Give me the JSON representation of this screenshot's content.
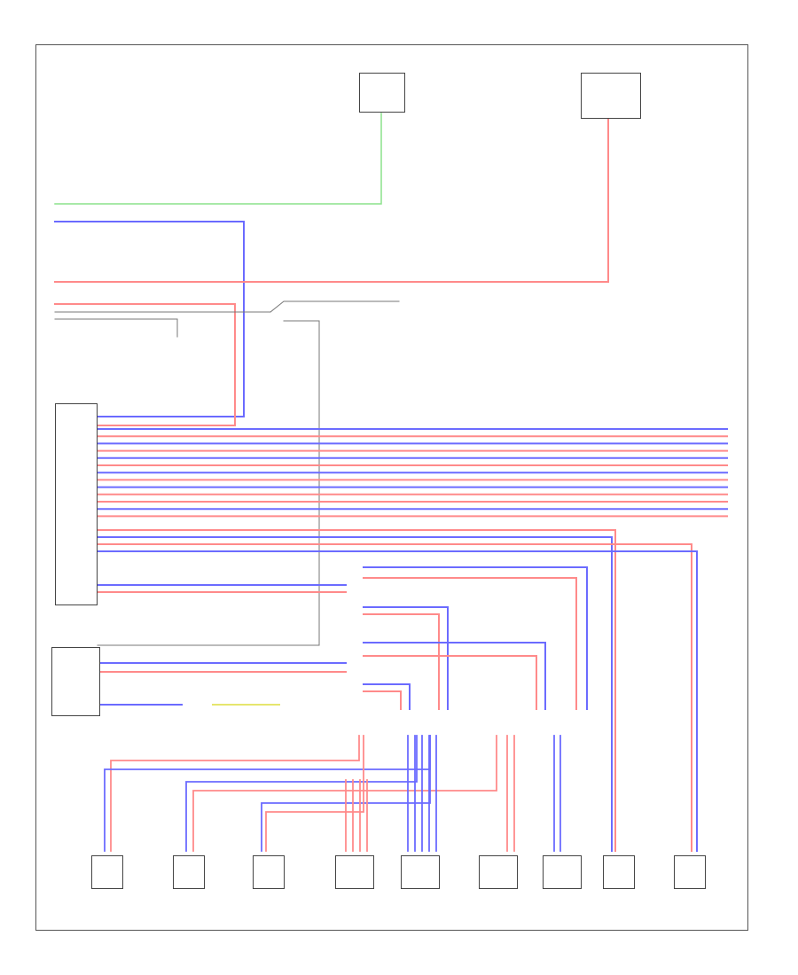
{
  "colors": {
    "wire_red": "#ff8a8a",
    "wire_blue": "#6b6bff",
    "wire_green": "#8ce28c",
    "wire_gray": "#777777",
    "wire_yellow": "#e6e66e"
  },
  "footer_code": "",
  "top_components": {
    "fuse_left": {
      "title": "",
      "text": ""
    },
    "fuse_right": {
      "title": "",
      "text": ""
    }
  },
  "module_left_label": "",
  "module_right_label": "",
  "engine_module_label": "",
  "bottom_components": [
    {
      "id": "c1",
      "label": ""
    },
    {
      "id": "c2",
      "label": ""
    },
    {
      "id": "c3",
      "label": ""
    },
    {
      "id": "c4",
      "label": ""
    },
    {
      "id": "c5",
      "label": ""
    },
    {
      "id": "c6",
      "label": ""
    },
    {
      "id": "c7",
      "label": ""
    },
    {
      "id": "c8",
      "label": ""
    },
    {
      "id": "c9",
      "label": ""
    },
    {
      "id": "c10",
      "label": ""
    }
  ],
  "legend_text": ""
}
